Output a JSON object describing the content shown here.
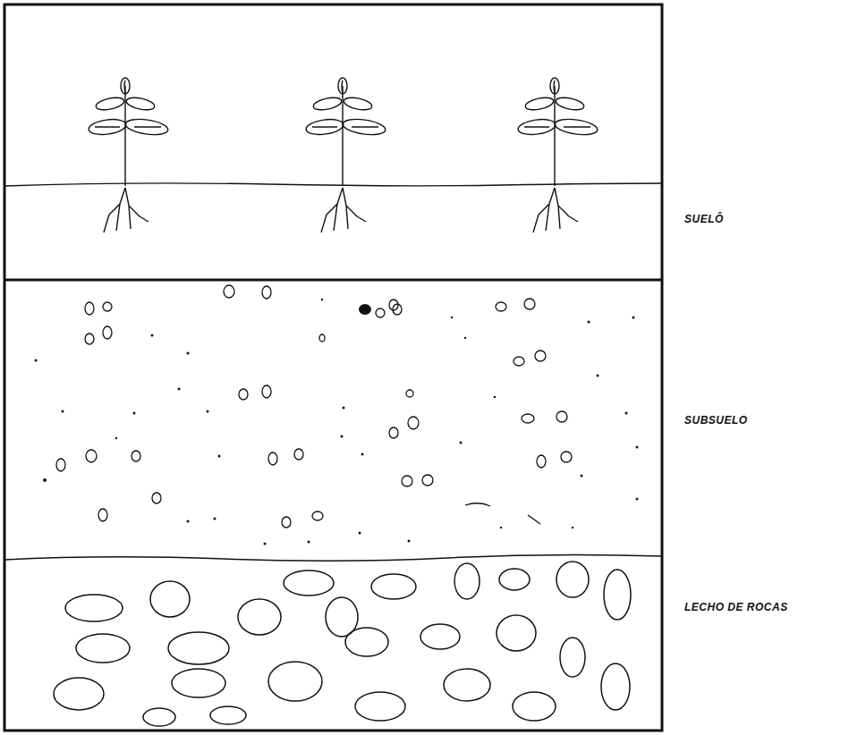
{
  "diagram": {
    "nodes": [
      {
        "text": [
          "SUELÔ"
        ]
      },
      {
        "text": [
          "SUBSUELO"
        ]
      },
      {
        "text": [
          "LECHO DE ROCAS"
        ]
      }
    ]
  }
}
